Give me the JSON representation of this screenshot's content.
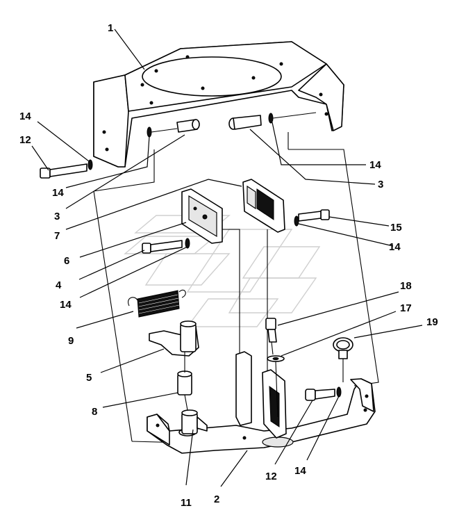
{
  "diagram": {
    "callouts": [
      {
        "id": "c1",
        "text": "1"
      },
      {
        "id": "c14a",
        "text": "14"
      },
      {
        "id": "c12a",
        "text": "12"
      },
      {
        "id": "c14b",
        "text": "14"
      },
      {
        "id": "c3a",
        "text": "3"
      },
      {
        "id": "c7",
        "text": "7"
      },
      {
        "id": "c6",
        "text": "6"
      },
      {
        "id": "c4",
        "text": "4"
      },
      {
        "id": "c14c",
        "text": "14"
      },
      {
        "id": "c9",
        "text": "9"
      },
      {
        "id": "c5",
        "text": "5"
      },
      {
        "id": "c8",
        "text": "8"
      },
      {
        "id": "c11",
        "text": "11"
      },
      {
        "id": "c2",
        "text": "2"
      },
      {
        "id": "c12b",
        "text": "12"
      },
      {
        "id": "c14d",
        "text": "14"
      },
      {
        "id": "c14e",
        "text": "14"
      },
      {
        "id": "c3b",
        "text": "3"
      },
      {
        "id": "c15",
        "text": "15"
      },
      {
        "id": "c14f",
        "text": "14"
      },
      {
        "id": "c18",
        "text": "18"
      },
      {
        "id": "c17",
        "text": "17"
      },
      {
        "id": "c19",
        "text": "19"
      }
    ]
  }
}
